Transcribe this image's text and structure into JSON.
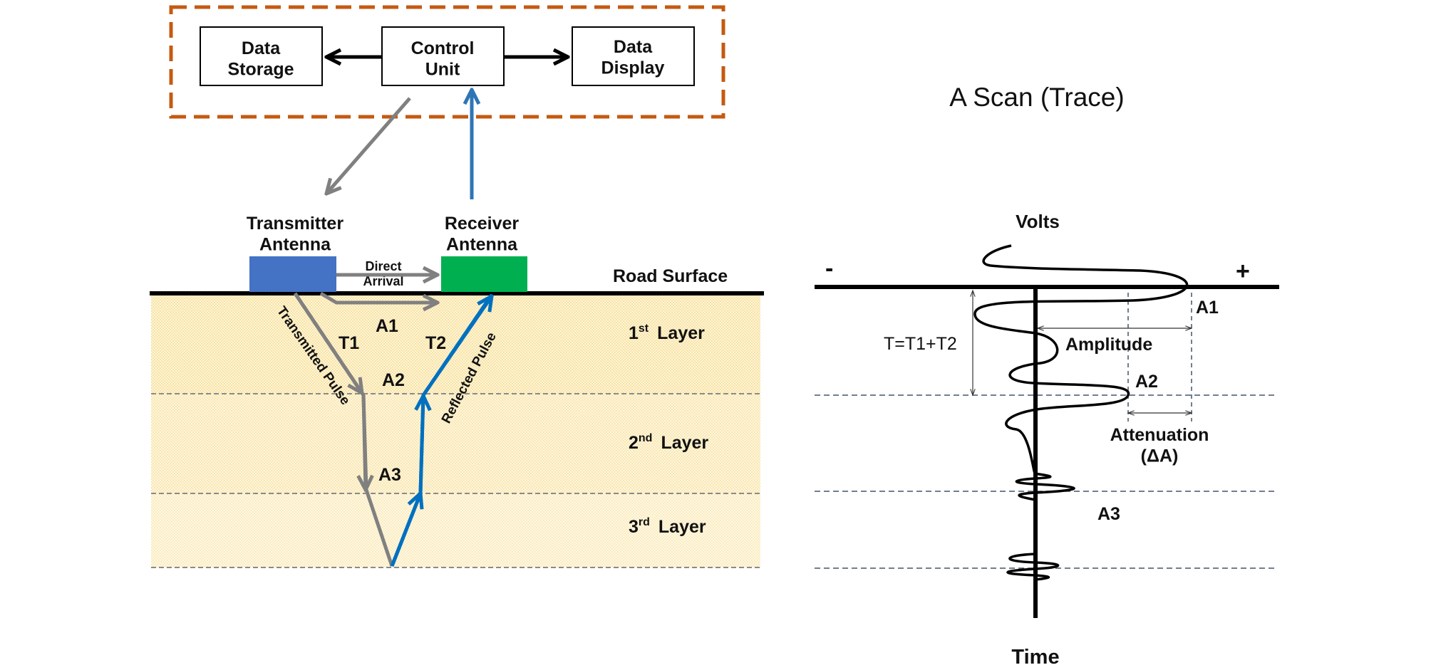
{
  "colors": {
    "control_border": "#c55a11",
    "transmitter": "#4472c4",
    "receiver": "#00b050",
    "transmit_path": "#808080",
    "reflect_path": "#0070c0",
    "receive_up_arrow": "#2e75b6",
    "soil": "#f7d57a",
    "layer_line": "#8a8a8a",
    "ascan_dash": "#44546a"
  },
  "control_box": {
    "data_storage": "Data\nStorage",
    "control_unit": "Control\nUnit",
    "data_display": "Data\nDisplay"
  },
  "antennas": {
    "transmitter_label": "Transmitter\nAntenna",
    "receiver_label": "Receiver\nAntenna",
    "direct_arrival": "Direct\nArrival"
  },
  "surface_label": "Road Surface",
  "layers": [
    {
      "num": "1",
      "sup": "st",
      "word": "Layer"
    },
    {
      "num": "2",
      "sup": "nd",
      "word": "Layer"
    },
    {
      "num": "3",
      "sup": "rd",
      "word": "Layer"
    }
  ],
  "ray_labels": {
    "t1": "T1",
    "t2": "T2",
    "a1": "A1",
    "a2": "A2",
    "a3": "A3",
    "transmitted_pulse": "Transmitted Pulse",
    "reflected_pulse": "Reflected Pulse"
  },
  "ascan": {
    "title": "A Scan (Trace)",
    "y_label": "Volts",
    "x_label": "Time",
    "minus": "-",
    "plus": "+",
    "a1": "A1",
    "a2": "A2",
    "a3": "A3",
    "amplitude": "Amplitude",
    "attenuation": "Attenuation\n(ΔA)",
    "travel_time": "T=T1+T2"
  }
}
